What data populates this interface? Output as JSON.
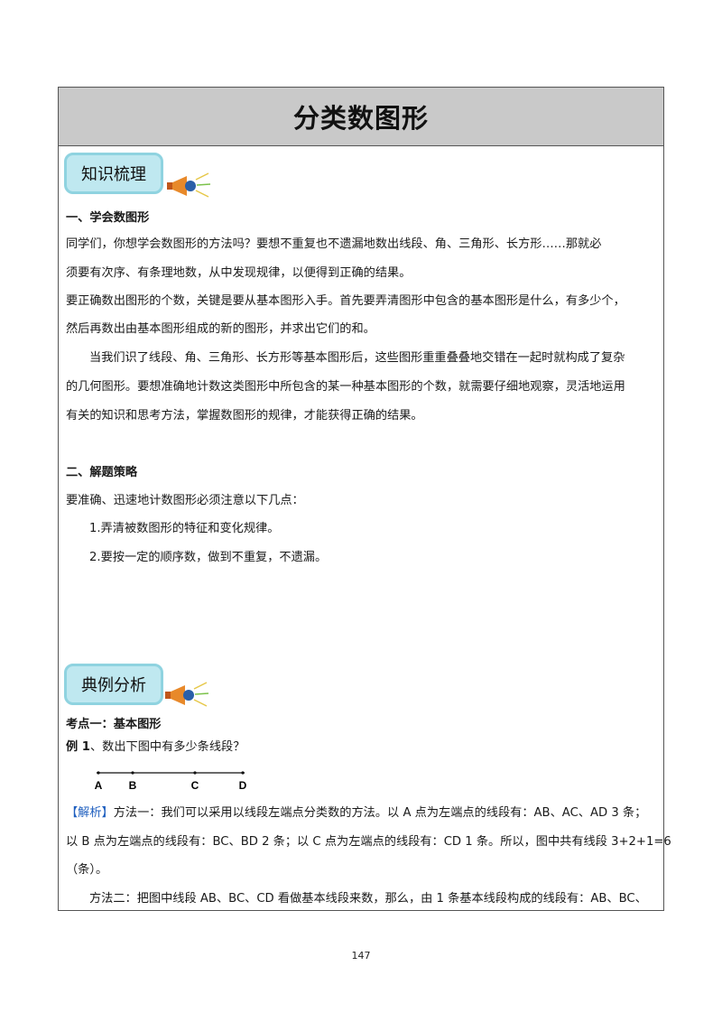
{
  "title": "分类数图形",
  "section1": {
    "tag": "知识梳理",
    "heading": "一、学会数图形",
    "p1_line1": "同学们，你想学会数图形的方法吗？要想不重复也不遗漏地数出线段、角、三角形、长方形……那就必",
    "p1_line2": "须要有次序、有条理地数，从中发现规律，以便得到正确的结果。",
    "p2_line1": "要正确数出图形的个数，关键是要从基本图形入手。首先要弄清图形中包含的基本图形是什么，有多少个，",
    "p2_line2": "然后再数出由基本图形组成的新的图形，并求出它们的和。",
    "p3_line1": "当我们识了线段、角、三角形、长方形等基本图形后，这些图形重重叠叠地交错在一起时就构成了复杂",
    "p3_line2": "的几何图形。要想准确地计数这类图形中所包含的某一种基本图形的个数，就需要仔细地观察，灵活地运用",
    "p3_line3": "有关的知识和思考方法，掌握数图形的规律，才能获得正确的结果。"
  },
  "section2": {
    "heading": "二、解题策略",
    "intro": "要准确、迅速地计数图形必须注意以下几点：",
    "item1": "1.弄清被数图形的特征和变化规律。",
    "item2": "2.要按一定的顺序数，做到不重复，不遗漏。"
  },
  "section3": {
    "tag": "典例分析",
    "point": "考点一：基本图形",
    "example_label": "例 1",
    "example_text": "、数出下图中有多少条线段？",
    "figure_labels": [
      "A",
      "B",
      "C",
      "D"
    ],
    "analysis_tag": "【解析】",
    "a_line1": "方法一：我们可以采用以线段左端点分类数的方法。以 A 点为左端点的线段有：AB、AC、AD 3 条；",
    "a_line2": "以 B 点为左端点的线段有：BC、BD 2 条；以 C 点为左端点的线段有：CD 1 条。所以，图中共有线段 3+2+1=6",
    "a_line3": "（条）。",
    "a_line4": "方法二：把图中线段 AB、BC、CD 看做基本线段来数，那么，由 1 条基本线段构成的线段有：AB、BC、"
  },
  "page_number": "147",
  "colors": {
    "title_bg": "#c9c9c9",
    "tag_bg": "#bfe8f0",
    "tag_border": "#8fd3e0",
    "analysis": "#1f5fbf"
  }
}
